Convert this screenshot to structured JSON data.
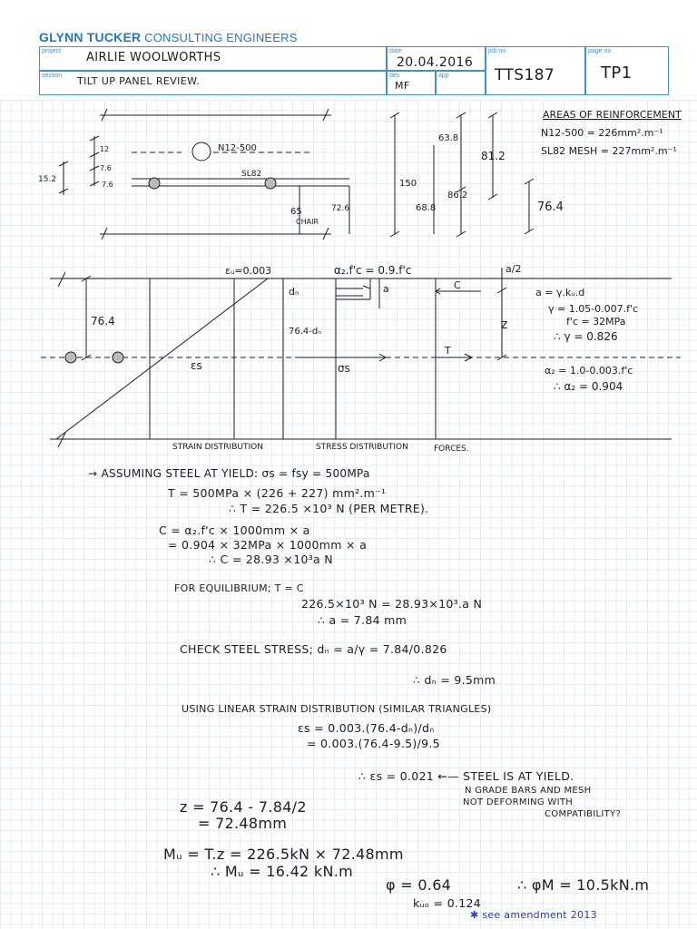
{
  "brand": {
    "name": "GLYNN TUCKER",
    "subtitle": "CONSULTING ENGINEERS"
  },
  "header": {
    "labels": {
      "project": "project",
      "section": "section",
      "date": "date",
      "des": "des",
      "app": "app",
      "job_no": "job no",
      "page_no": "page no"
    },
    "project": "AIRLIE WOOLWORTHS",
    "section": "TILT UP PANEL REVIEW.",
    "date": "20.04.2016",
    "des": "MF",
    "app": "",
    "job_no": "TTS187",
    "page_no": "TP1"
  },
  "sketch1": {
    "bar_label": "N12-500",
    "mesh_label": "SL82",
    "dims": {
      "d12": "12",
      "d76": "7.6",
      "d152": "15.2",
      "d76b": "7.6",
      "d65": "65",
      "chair": "CHAIR",
      "d726": "72.6",
      "d150": "150",
      "d638": "63.8",
      "d688": "68.8",
      "d862": "86.2",
      "d812": "81.2",
      "d764": "76.4"
    },
    "areas_title": "AREAS OF REINFORCEMENT",
    "areas_line1": "N12-500 = 226mm².m⁻¹",
    "areas_line2": "SL82 MESH = 227mm².m⁻¹"
  },
  "sketch2": {
    "eps_u": "εᵤ=0.003",
    "a2fc": "α₂.f'c = 0.9.f'c",
    "half_a": "a/2",
    "dn": "dₙ",
    "a": "a",
    "C": "C",
    "d764": "76.4",
    "d764dn": "76.4-dₙ",
    "z": "z",
    "T": "T",
    "eps_s": "εs",
    "sigma_s": "σs",
    "eq_a": "a = γ.kᵤ.d",
    "eq_gamma": "γ = 1.05-0.007.f'c",
    "eq_fc": "f'c = 32MPa",
    "eq_gamma_val": "∴ γ = 0.826",
    "eq_a2": "α₂ = 1.0-0.003.f'c",
    "eq_a2_val": "∴ α₂ = 0.904",
    "lbl_strain": "STRAIN DISTRIBUTION",
    "lbl_stress": "STRESS DISTRIBUTION",
    "lbl_forces": "FORCES."
  },
  "calc": {
    "l1": "→ ASSUMING STEEL AT YIELD:  σs = fsy = 500MPa",
    "l2": "T = 500MPa × (226 + 227) mm².m⁻¹",
    "l3": "∴ T = 226.5 ×10³ N   (PER METRE).",
    "l4": "C = α₂.f'c × 1000mm × a",
    "l5": "= 0.904 × 32MPa × 1000mm × a",
    "l6": "∴ C = 28.93 ×10³a N",
    "l7": "FOR EQUILIBRIUM;  T = C",
    "l8": "226.5×10³ N = 28.93×10³.a N",
    "l9": "∴ a = 7.84 mm",
    "l10": "CHECK STEEL STRESS;  dₙ = a/γ = 7.84/0.826",
    "l11": "∴ dₙ = 9.5mm",
    "l12": "USING LINEAR STRAIN DISTRIBUTION (SIMILAR TRIANGLES)",
    "l13": "εs = 0.003.(76.4-dₙ)/dₙ",
    "l14": "= 0.003.(76.4-9.5)/9.5",
    "l15": "∴ εs = 0.021 ←— STEEL IS AT YIELD.",
    "l16": "N GRADE BARS AND MESH",
    "l17": "NOT DEFORMING WITH",
    "l18": "COMPATIBILITY?",
    "l19": "z = 76.4 - 7.84/2",
    "l20": "= 72.48mm",
    "l21": "Mᵤ = T.z = 226.5kN × 72.48mm",
    "l22": "∴ Mᵤ = 16.42 kN.m",
    "l23": "φ = 0.64",
    "l23b": "∴ φM = 10.5kN.m",
    "l24": "kᵤₒ = 0.124",
    "l25": "✱ see amendment 2013"
  },
  "colors": {
    "brand": "#2378c0",
    "ink": "#1d1d1d",
    "amend": "#2c3ea8"
  }
}
